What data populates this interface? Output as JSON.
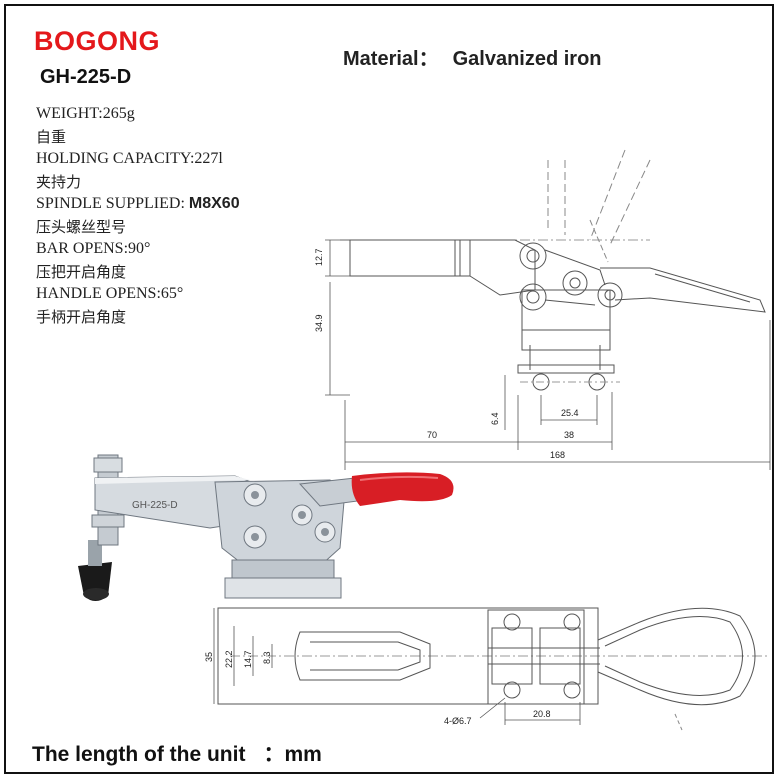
{
  "brand": "BOGONG",
  "model": "GH-225-D",
  "material": {
    "label": "Material：",
    "value": "Galvanized iron"
  },
  "specs": [
    {
      "en": "WEIGHT:265g",
      "cn": "自重"
    },
    {
      "en": "HOLDING CAPACITY:227l",
      "cn": "夹持力"
    },
    {
      "en": "SPINDLE SUPPLIED:",
      "value": "M8X60",
      "cn": "压头螺丝型号"
    },
    {
      "en": "BAR OPENS:90°",
      "cn": "压把开启角度"
    },
    {
      "en": "HANDLE OPENS:65°",
      "cn": "手柄开启角度"
    }
  ],
  "product_marking": "GH-225-D",
  "side_view_dims": [
    "12.7",
    "34.9",
    "6.4",
    "25.4",
    "70",
    "38",
    "168"
  ],
  "top_view_dims": [
    "35",
    "22.2",
    "14.7",
    "8.3",
    "4-Ø6.7",
    "20.8"
  ],
  "footer": {
    "label": "The length of the unit",
    "unit": "：mm"
  },
  "colors": {
    "brand": "#e4181b",
    "handle": "#d81e25",
    "line": "#444444"
  }
}
